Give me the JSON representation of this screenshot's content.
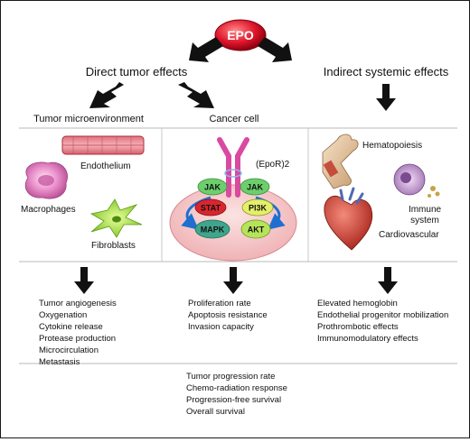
{
  "epo": "EPO",
  "direct": "Direct tumor effects",
  "indirect": "Indirect systemic effects",
  "columns": {
    "tme": {
      "title": "Tumor microenvironment",
      "labels": {
        "endothelium": "Endothelium",
        "macrophages": "Macrophages",
        "fibroblasts": "Fibroblasts"
      },
      "effects": [
        "Tumor angiogenesis",
        "Oxygenation",
        "Cytokine release",
        "Protease production",
        "Microcirculation",
        "Metastasis"
      ]
    },
    "cancer": {
      "title": "Cancer cell",
      "receptor": "(EpoR)2",
      "nodes": {
        "jak1": "JAK",
        "jak2": "JAK",
        "stat": "STAT",
        "pi3k": "PI3K",
        "mapk": "MAPK",
        "akt": "AKT"
      },
      "effects": [
        "Proliferation rate",
        "Apoptosis resistance",
        "Invasion capacity"
      ]
    },
    "systemic": {
      "labels": {
        "hematopoiesis": "Hematopoiesis",
        "immune1": "Immune",
        "immune2": "system",
        "cardio": "Cardiovascular"
      },
      "effects": [
        "Elevated hemoglobin",
        "Endothelial progenitor mobilization",
        "Prothrombotic effects",
        "Immunomodulatory effects"
      ]
    }
  },
  "outcomes": [
    "Tumor progression rate",
    "Chemo-radiation response",
    "Progression-free survival",
    "Overall survival"
  ],
  "colors": {
    "epo": "#e0162b",
    "stat": "#d9262e",
    "node": "#6ccf6c",
    "mapk": "#3fa58c",
    "cell": "#f1b8b8",
    "receptor": "#d94aa0"
  }
}
